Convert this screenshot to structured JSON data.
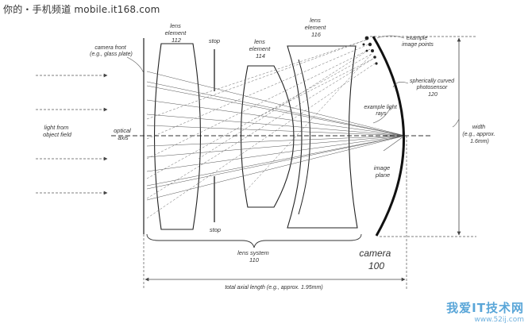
{
  "watermark": {
    "top_left": "你的・手机频道 mobile.it168.com",
    "corner_brand": "我爱IT技术网",
    "corner_url": "www.52ij.com"
  },
  "labels": {
    "camera_front": [
      "camera front",
      "(e.g., glass plate)"
    ],
    "lens_112": [
      "lens",
      "element",
      "112"
    ],
    "stop_top": "stop",
    "lens_114": [
      "lens",
      "element",
      "114"
    ],
    "lens_116": [
      "lens",
      "element",
      "116"
    ],
    "example_image_points": [
      "example",
      "image points"
    ],
    "photosensor": [
      "spherically curved",
      "photosensor",
      "120"
    ],
    "example_light_rays": [
      "example light",
      "rays"
    ],
    "width": [
      "width",
      "(e.g., approx.",
      "1.6mm)"
    ],
    "light_from": [
      "light from",
      "object field"
    ],
    "optical_axis": [
      "optical",
      "axis"
    ],
    "image_plane": [
      "image",
      "plane"
    ],
    "stop_bottom": "stop",
    "lens_system": [
      "lens system",
      "110"
    ],
    "camera": [
      "camera",
      "100"
    ],
    "total_axial_length": "total axial length (e.g., approx. 1.95mm)"
  }
}
